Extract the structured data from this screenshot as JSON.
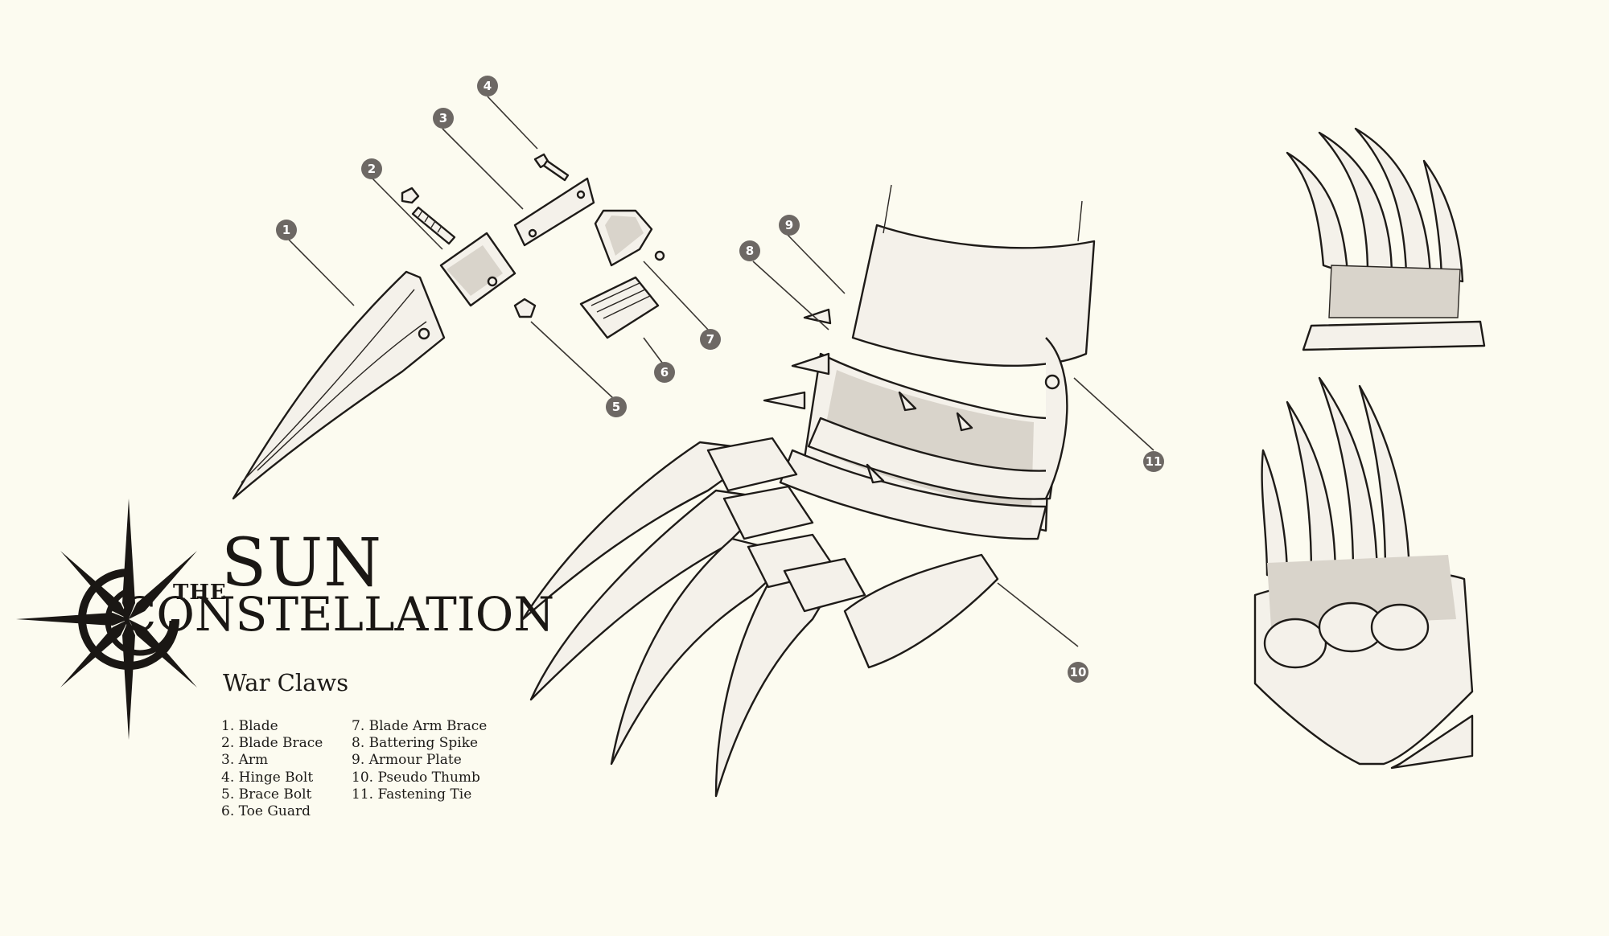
{
  "title": {
    "the": "THE",
    "sun": "SUN",
    "constellation": "CONSTELLATION"
  },
  "subtitle": "War Claws",
  "parts": [
    {
      "number": "1",
      "label": "1. Blade"
    },
    {
      "number": "2",
      "label": "2. Blade Brace"
    },
    {
      "number": "3",
      "label": "3. Arm"
    },
    {
      "number": "4",
      "label": "4. Hinge Bolt"
    },
    {
      "number": "5",
      "label": "5. Brace Bolt"
    },
    {
      "number": "6",
      "label": "6. Toe Guard"
    },
    {
      "number": "7",
      "label": "7. Blade Arm Brace"
    },
    {
      "number": "8",
      "label": "8. Battering Spike"
    },
    {
      "number": "9",
      "label": "9. Armour Plate"
    },
    {
      "number": "10",
      "label": "10. Pseudo Thumb"
    },
    {
      "number": "11",
      "label": "11. Fastening Tie"
    }
  ],
  "colors": {
    "background": "#fcfbf0",
    "ink": "#1e1b18",
    "callout": "#6d6864"
  }
}
